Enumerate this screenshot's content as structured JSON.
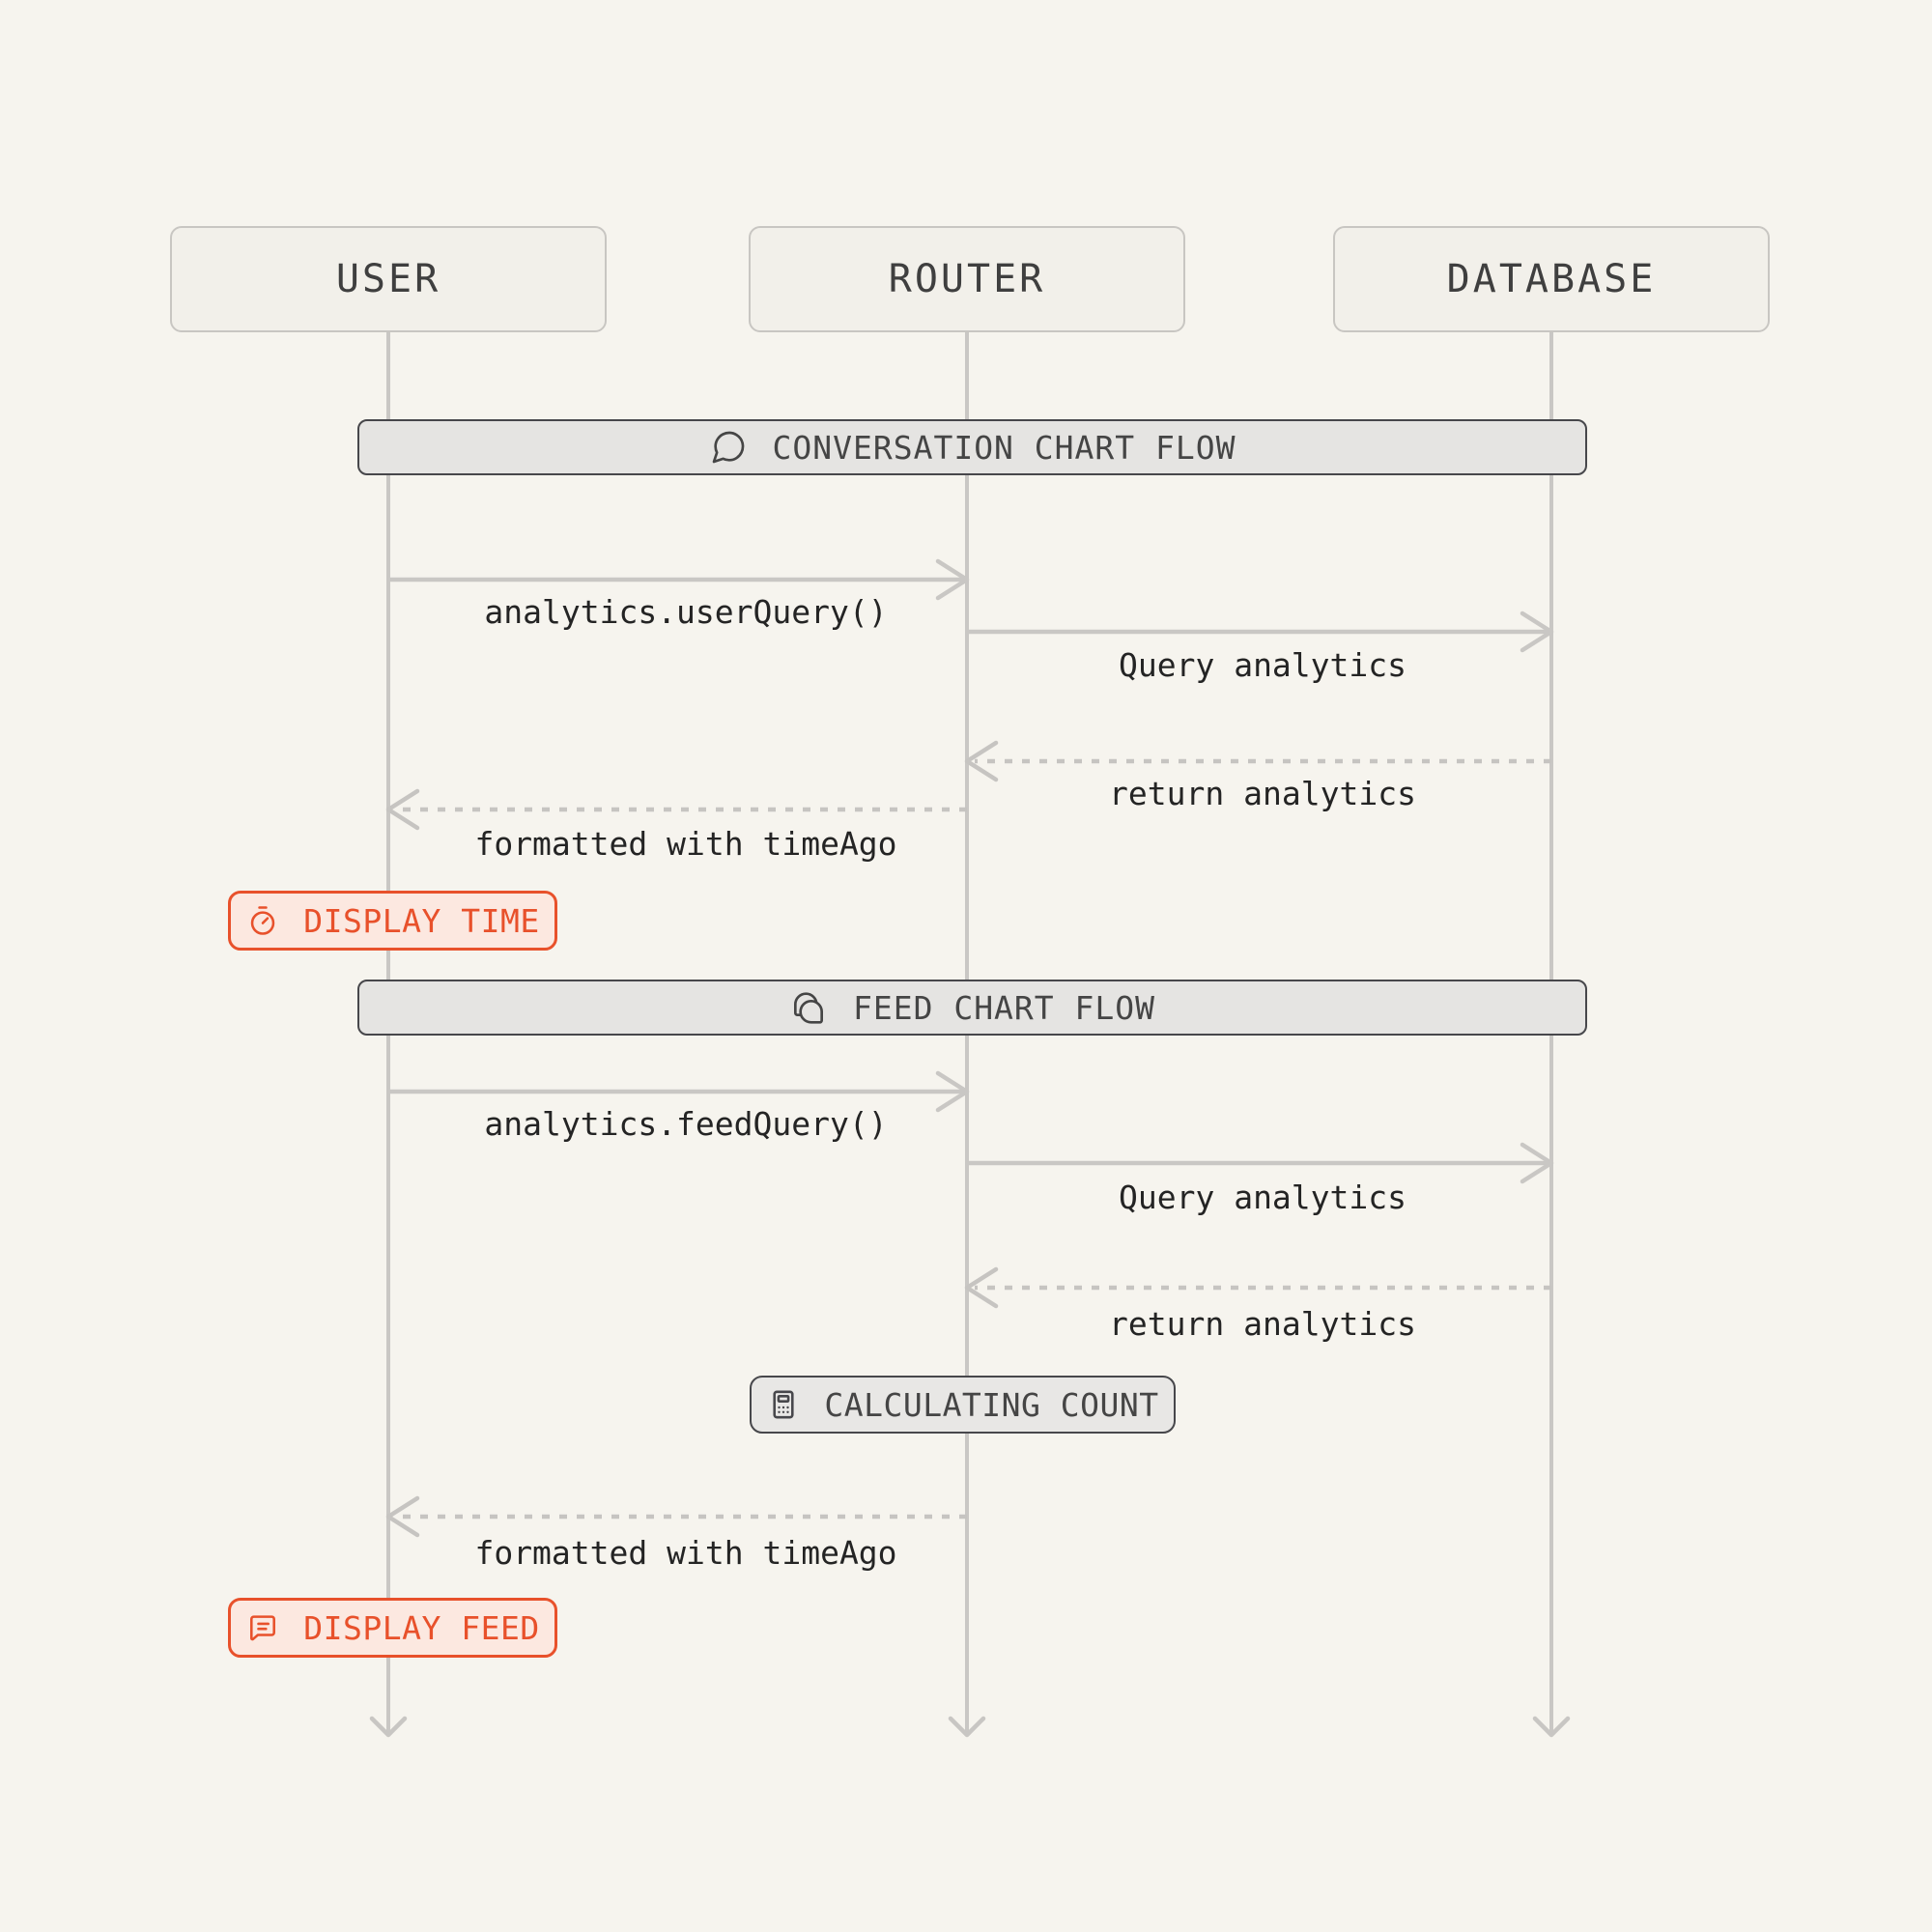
{
  "diagram": {
    "type": "sequence-diagram",
    "actors": [
      {
        "name": "USER"
      },
      {
        "name": "ROUTER"
      },
      {
        "name": "DATABASE"
      }
    ],
    "sections": [
      {
        "title": "CONVERSATION CHART FLOW",
        "icon": "chat-bubble-icon"
      },
      {
        "title": "FEED CHART FLOW",
        "icon": "chats-icon"
      }
    ],
    "messages": [
      {
        "label": "analytics.userQuery()",
        "from": "USER",
        "to": "ROUTER",
        "style": "solid"
      },
      {
        "label": "Query analytics",
        "from": "ROUTER",
        "to": "DATABASE",
        "style": "solid"
      },
      {
        "label": "return analytics",
        "from": "DATABASE",
        "to": "ROUTER",
        "style": "dashed"
      },
      {
        "label": "formatted with timeAgo",
        "from": "ROUTER",
        "to": "USER",
        "style": "dashed"
      },
      {
        "label": "analytics.feedQuery()",
        "from": "USER",
        "to": "ROUTER",
        "style": "solid"
      },
      {
        "label": "Query analytics",
        "from": "ROUTER",
        "to": "DATABASE",
        "style": "solid"
      },
      {
        "label": "return analytics",
        "from": "DATABASE",
        "to": "ROUTER",
        "style": "dashed"
      },
      {
        "label": "formatted with timeAgo",
        "from": "ROUTER",
        "to": "USER",
        "style": "dashed"
      }
    ],
    "notes": [
      {
        "label": "DISPLAY TIME",
        "icon": "timer-icon",
        "variant": "accent",
        "anchor": "USER"
      },
      {
        "label": "CALCULATING COUNT",
        "icon": "calculator-icon",
        "variant": "neutral",
        "anchor": "ROUTER"
      },
      {
        "label": "DISPLAY FEED",
        "icon": "chat-text-icon",
        "variant": "accent",
        "anchor": "USER"
      }
    ],
    "colors": {
      "background": "#f6f4ee",
      "accent": "#e8512b",
      "accent_fill": "#fce8e0",
      "bar_fill": "#e5e4e2",
      "bar_border": "#47474b",
      "line": "#c9c7c4",
      "text_dark": "#242424",
      "text_header": "#454545",
      "actor_fill": "#f2f0ea",
      "actor_border": "#c8c6c2"
    }
  }
}
